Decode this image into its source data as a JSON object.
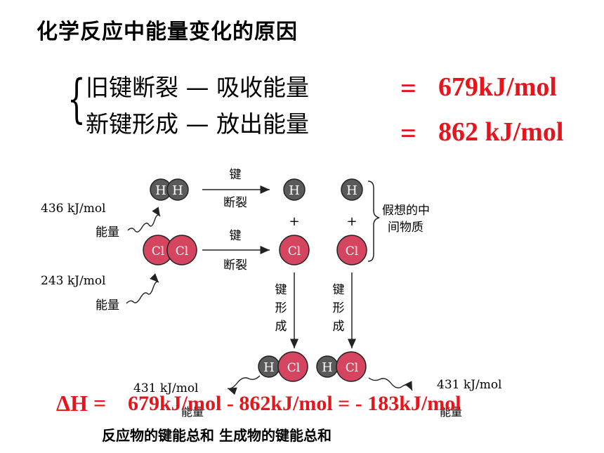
{
  "title": "化学反应中能量变化的原因",
  "statements": {
    "break_line": "旧键断裂 — 吸收能量",
    "form_line": "新键形成 — 放出能量",
    "eq_sign": "=",
    "break_value": "679kJ/mol",
    "form_value": "862 kJ/mol"
  },
  "diagram": {
    "h_label": "H",
    "cl_label": "Cl",
    "plus": "+",
    "bond_break_1": "键",
    "bond_break_2": "断裂",
    "bond_form": [
      "键",
      "形",
      "成"
    ],
    "energy_hh": "436 kJ/mol",
    "energy_clcl": "243 kJ/mol",
    "energy_word": "能量",
    "energy_hcl": "431 kJ/mol",
    "intermediate_1": "假想的中",
    "intermediate_2": "间物质",
    "colors": {
      "h_atom": "#555555",
      "cl_atom": "#d64560",
      "red_text": "#e8141c"
    }
  },
  "result": {
    "delta_h_label": "ΔH =",
    "expression": "679kJ/mol  -  862kJ/mol = - 183kJ/mol",
    "subtitle": "反应物的键能总和   生成物的键能总和"
  }
}
